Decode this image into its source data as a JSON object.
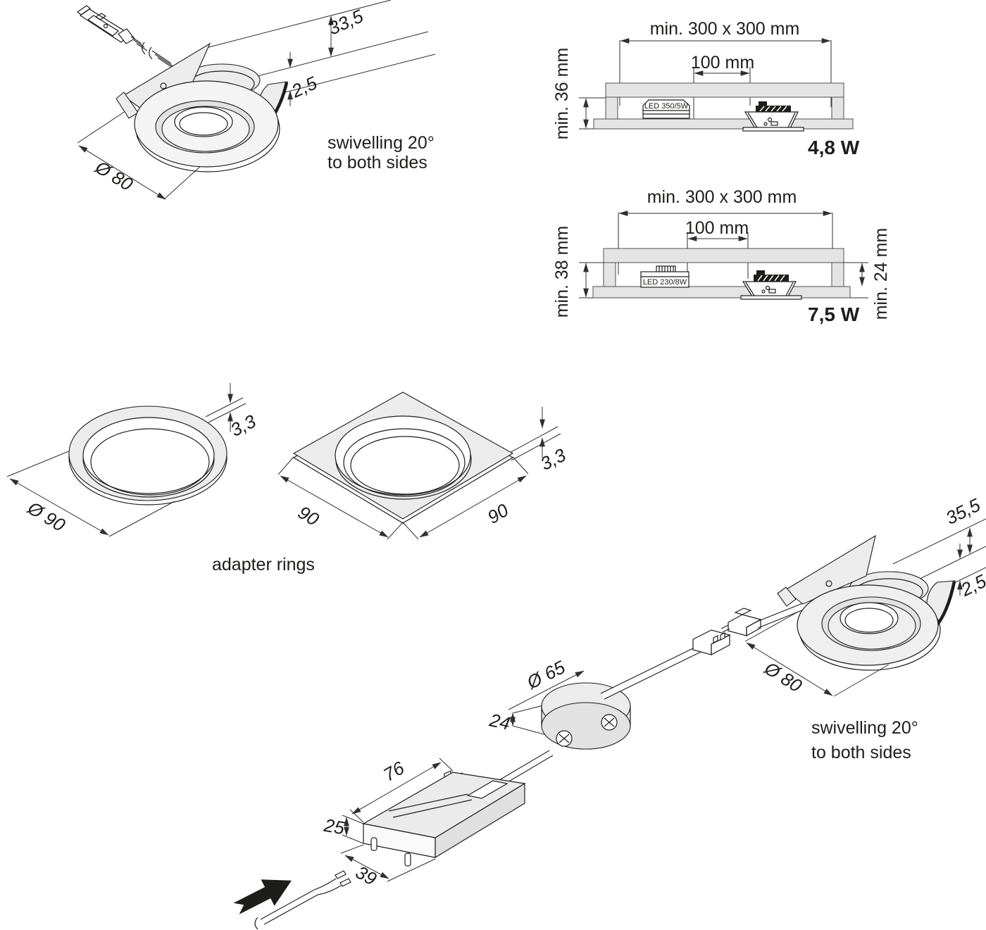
{
  "colors": {
    "ink": "#1d1d1b",
    "fill_light": "#ececed",
    "fill_mid": "#e2e2e3",
    "board_gray": "#e4e4e5",
    "background": "#ffffff"
  },
  "icons": {
    "insert_arrow": "solid-block-arrow-pointing-to-driver"
  },
  "top_left_lamp": {
    "height": "33,5",
    "rim": "2,5",
    "diameter": "Ø 80",
    "note1": "swivelling 20°",
    "note2": "to both sides"
  },
  "section_48w": {
    "area": "min. 300 x 300 mm",
    "offset": "100 mm",
    "depth": "min. 36 mm",
    "driver": "LED 350/5W",
    "power": "4,8 W"
  },
  "section_75w": {
    "area": "min. 300 x 300 mm",
    "offset": "100 mm",
    "depth_left": "min. 38 mm",
    "depth_right": "min. 24 mm",
    "driver": "LED 230/8W",
    "power": "7,5 W"
  },
  "adapter_rings": {
    "caption": "adapter rings",
    "round_diameter": "Ø 90",
    "round_thickness": "3,3",
    "square_width": "90",
    "square_depth": "90",
    "square_thickness": "3,3"
  },
  "assembly": {
    "driver_length": "76",
    "driver_height": "25",
    "driver_width": "39",
    "box_diameter": "Ø 65",
    "box_height": "24",
    "lamp_height": "35,5",
    "lamp_rim": "2,5",
    "lamp_diameter": "Ø 80",
    "note1": "swivelling 20°",
    "note2": "to both sides"
  }
}
